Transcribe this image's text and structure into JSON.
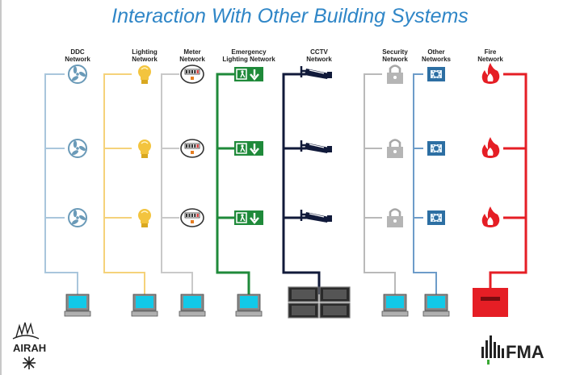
{
  "title": "Interaction With Other Building Systems",
  "networks": [
    {
      "label": "DDC\nNetwork",
      "color": "#a9c6dc",
      "icon": "fan-icon",
      "terminal": "computer-icon"
    },
    {
      "label": "Lighting\nNetwork",
      "color": "#f5d27a",
      "icon": "light-bulb-icon",
      "terminal": "computer-icon"
    },
    {
      "label": "Meter\nNetwork",
      "color": "#c9c9c9",
      "icon": "meter-icon",
      "terminal": "computer-icon"
    },
    {
      "label": "Emergency\nLighting Network",
      "color": "#1f8a3a",
      "icon": "exit-sign-icon",
      "terminal": "computer-icon"
    },
    {
      "label": "CCTV\nNetwork",
      "color": "#111a3a",
      "icon": "cctv-camera-icon",
      "terminal": "monitor-wall-icon"
    },
    {
      "label": "Security\nNetwork",
      "color": "#b9b9b9",
      "icon": "padlock-icon",
      "terminal": "computer-icon"
    },
    {
      "label": "Other\nNetworks",
      "color": "#6d9cc9",
      "icon": "device-panel-icon",
      "terminal": "computer-icon"
    },
    {
      "label": "Fire\nNetwork",
      "color": "#e51e25",
      "icon": "flame-icon",
      "terminal": "fire-panel-icon"
    }
  ],
  "logos": {
    "left": {
      "name": "airah-logo",
      "text": "AIRAH"
    },
    "right": {
      "name": "fma-logo",
      "text": "FMA"
    }
  }
}
